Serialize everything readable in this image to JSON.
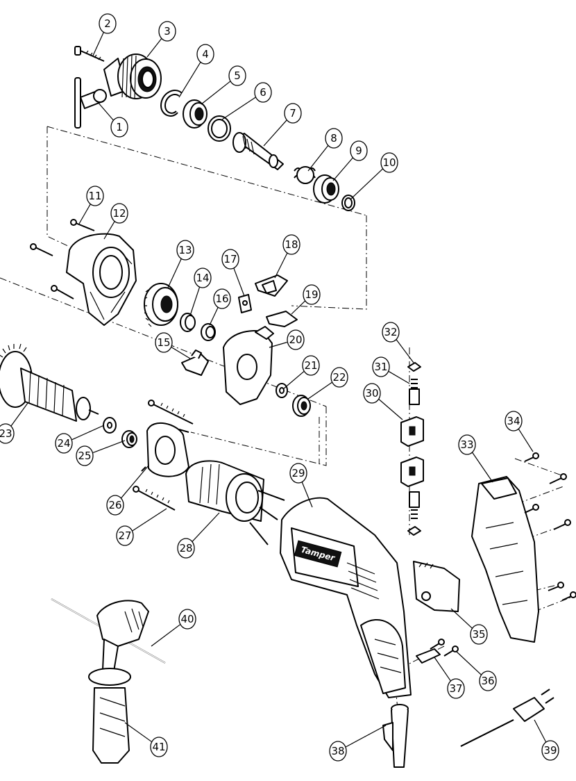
{
  "diagram": {
    "callouts": [
      {
        "label": "1",
        "part": "chuck-key"
      },
      {
        "label": "2",
        "part": "chuck-screw"
      },
      {
        "label": "3",
        "part": "keyless-chuck"
      },
      {
        "label": "4",
        "part": "circlip"
      },
      {
        "label": "5",
        "part": "ball-bearing"
      },
      {
        "label": "6",
        "part": "o-ring"
      },
      {
        "label": "7",
        "part": "output-spindle"
      },
      {
        "label": "8",
        "part": "spring"
      },
      {
        "label": "9",
        "part": "ball-bearing"
      },
      {
        "label": "10",
        "part": "retaining-ring"
      },
      {
        "label": "11",
        "part": "screw"
      },
      {
        "label": "12",
        "part": "gear-housing"
      },
      {
        "label": "13",
        "part": "gear"
      },
      {
        "label": "14",
        "part": "ratchet-washer"
      },
      {
        "label": "15",
        "part": "shift-plate"
      },
      {
        "label": "16",
        "part": "needle-bearing"
      },
      {
        "label": "17",
        "part": "spring-plate"
      },
      {
        "label": "18",
        "part": "switch-knob"
      },
      {
        "label": "19",
        "part": "knob-cover"
      },
      {
        "label": "20",
        "part": "inner-cover"
      },
      {
        "label": "21",
        "part": "washer"
      },
      {
        "label": "22",
        "part": "ball-bearing"
      },
      {
        "label": "23",
        "part": "armature"
      },
      {
        "label": "24",
        "part": "washer"
      },
      {
        "label": "25",
        "part": "ball-bearing"
      },
      {
        "label": "26",
        "part": "baffle"
      },
      {
        "label": "27",
        "part": "screw"
      },
      {
        "label": "28",
        "part": "stator"
      },
      {
        "label": "29",
        "part": "motor-housing"
      },
      {
        "label": "30",
        "part": "brush-holder"
      },
      {
        "label": "31",
        "part": "carbon-brush"
      },
      {
        "label": "32",
        "part": "brush-cap"
      },
      {
        "label": "33",
        "part": "handle-cover"
      },
      {
        "label": "34",
        "part": "screw"
      },
      {
        "label": "35",
        "part": "switch"
      },
      {
        "label": "36",
        "part": "screw"
      },
      {
        "label": "37",
        "part": "cord-clamp"
      },
      {
        "label": "38",
        "part": "cord-guard"
      },
      {
        "label": "39",
        "part": "power-cord"
      },
      {
        "label": "40",
        "part": "depth-gauge"
      },
      {
        "label": "41",
        "part": "auxiliary-handle"
      }
    ],
    "housing_brand_text": "Tamper"
  }
}
